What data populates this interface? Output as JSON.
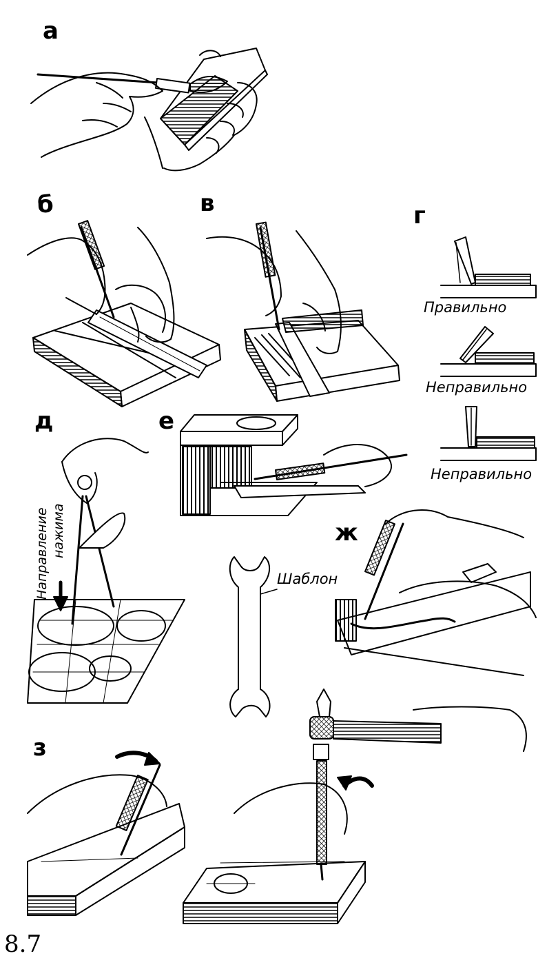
{
  "panels": {
    "a": "а",
    "b": "б",
    "v": "в",
    "g": "г",
    "d": "д",
    "e": "е",
    "zh": "ж",
    "z": "з"
  },
  "captions": {
    "correct": "Правильно",
    "incorrect_1": "Неправильно",
    "incorrect_2": "Неправильно",
    "template": "Шаблон",
    "direction_line1": "Направление",
    "direction_line2": "нажима"
  },
  "figure_number": "8.7"
}
